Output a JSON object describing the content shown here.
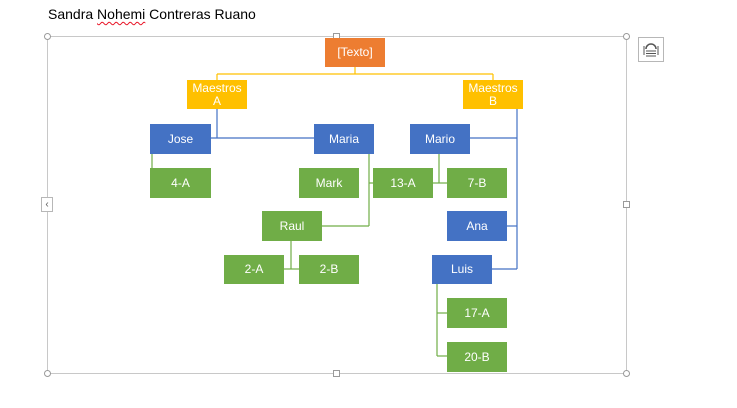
{
  "document": {
    "author_first": "Sandra ",
    "author_flagged": "Nohemi",
    "author_last": " Contreras Ruano"
  },
  "diagram": {
    "root": "[Texto]",
    "group_a": {
      "line1": "Maestros",
      "line2": "A"
    },
    "group_b": {
      "line1": "Maestros",
      "line2": "B"
    },
    "jose": "Jose",
    "maria": "Maria",
    "mario": "Mario",
    "jose_group": "4-A",
    "mark": "Mark",
    "maria_group": "13-A",
    "mario_group": "7-B",
    "raul": "Raul",
    "raul_group_1": "2-A",
    "raul_group_2": "2-B",
    "ana": "Ana",
    "luis": "Luis",
    "luis_group_1": "17-A",
    "luis_group_2": "20-B"
  },
  "colors": {
    "root": "#ed7d31",
    "group": "#ffc000",
    "teacher": "#4472c4",
    "class": "#70ad47"
  },
  "icons": {
    "layout_options": "layout-options-icon",
    "expand": "chevron-left-icon"
  }
}
